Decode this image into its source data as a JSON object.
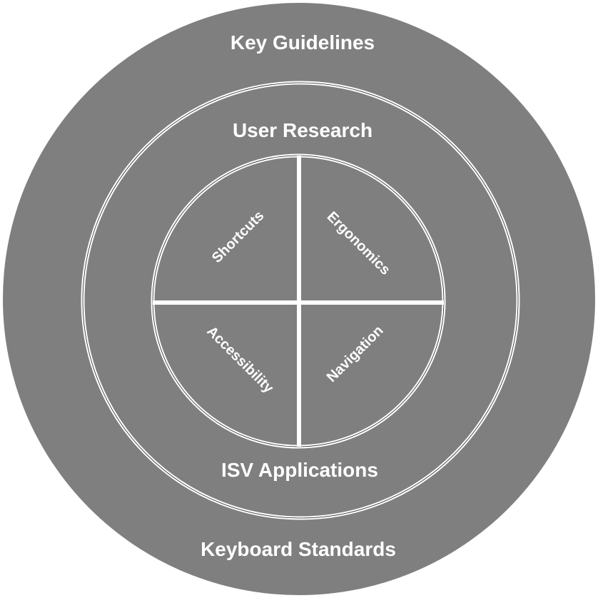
{
  "diagram": {
    "outer_label": "Key Guidelines",
    "bottom_label": "Keyboard Standards",
    "middle_top_label": "User Research",
    "middle_bottom_label": "ISV Applications",
    "quadrants": [
      "Shortcuts",
      "Ergonomics",
      "Accessibility",
      "Navigation"
    ]
  },
  "colors": {
    "fill": "#7f7f7f",
    "line": "#ffffff"
  }
}
